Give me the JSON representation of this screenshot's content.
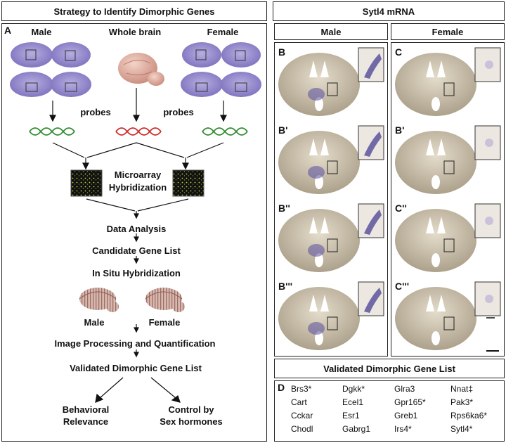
{
  "left": {
    "header": "Strategy to Identify Dimorphic Genes",
    "panel_label": "A",
    "male_label": "Male",
    "whole_brain_label": "Whole brain",
    "female_label": "Female",
    "probes_left": "probes",
    "probes_right": "probes",
    "microarray_line1": "Microarray",
    "microarray_line2": "Hybridization",
    "data_analysis": "Data Analysis",
    "candidate_list": "Candidate Gene List",
    "in_situ": "In Situ Hybridization",
    "brain_male_label": "Male",
    "brain_female_label": "Female",
    "image_processing": "Image Processing and Quantification",
    "validated_list": "Validated Dimorphic Gene List",
    "behavioral_line1": "Behavioral",
    "behavioral_line2": "Relevance",
    "control_line1": "Control by",
    "control_line2": "Sex hormones"
  },
  "right": {
    "header": "Sytl4 mRNA",
    "male_header": "Male",
    "female_header": "Female",
    "male_panels": [
      "B",
      "B'",
      "B''",
      "B'''"
    ],
    "female_panels": [
      "C",
      "B'",
      "C''",
      "C'''"
    ],
    "gene_header": "Validated Dimorphic Gene List",
    "gene_panel_label": "D",
    "genes": [
      [
        "Brs3*",
        "Dgkk*",
        "Glra3",
        "Nnat‡"
      ],
      [
        "Cart",
        "Ecel1",
        "Gpr165*",
        "Pak3*"
      ],
      [
        "Cckar",
        "Esr1",
        "Greb1",
        "Rps6ka6*"
      ],
      [
        "Chodl",
        "Gabrg1",
        "Irs4*",
        "Sytl4*"
      ]
    ]
  },
  "colors": {
    "border": "#222222",
    "nissl_purple": "#8f83c8",
    "probe_green": "#2e8b2e",
    "probe_red": "#cc2a2a",
    "tissue_tan": "#c9bfae",
    "ish_stain": "#5a4fa0",
    "brain_pink": "#e2b4a8"
  }
}
